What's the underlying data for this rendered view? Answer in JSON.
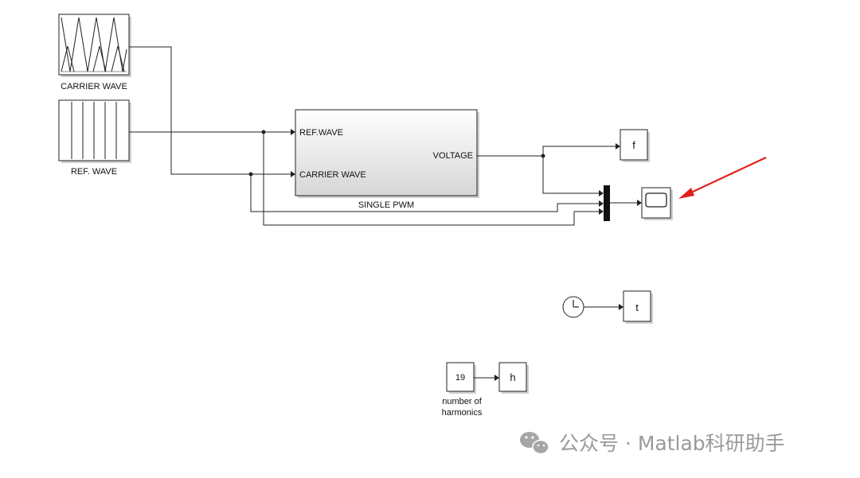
{
  "blocks": {
    "carrier_wave_label": "CARRIER WAVE",
    "ref_wave_label": "REF. WAVE",
    "subsystem": {
      "name": "SINGLE PWM",
      "in_port_1": "REF.WAVE",
      "in_port_2": "CARRIER WAVE",
      "out_port_1": "VOLTAGE"
    },
    "to_workspace_f": "f",
    "to_workspace_t": "t",
    "to_workspace_h": "h",
    "constant_value": "19",
    "constant_label_line1": "number of",
    "constant_label_line2": "harmonics"
  },
  "watermark": {
    "text": "公众号 · Matlab科研助手"
  },
  "colors": {
    "annotation_arrow": "#e0201c",
    "block_stroke": "#222222",
    "watermark": "#9a9a9a"
  }
}
